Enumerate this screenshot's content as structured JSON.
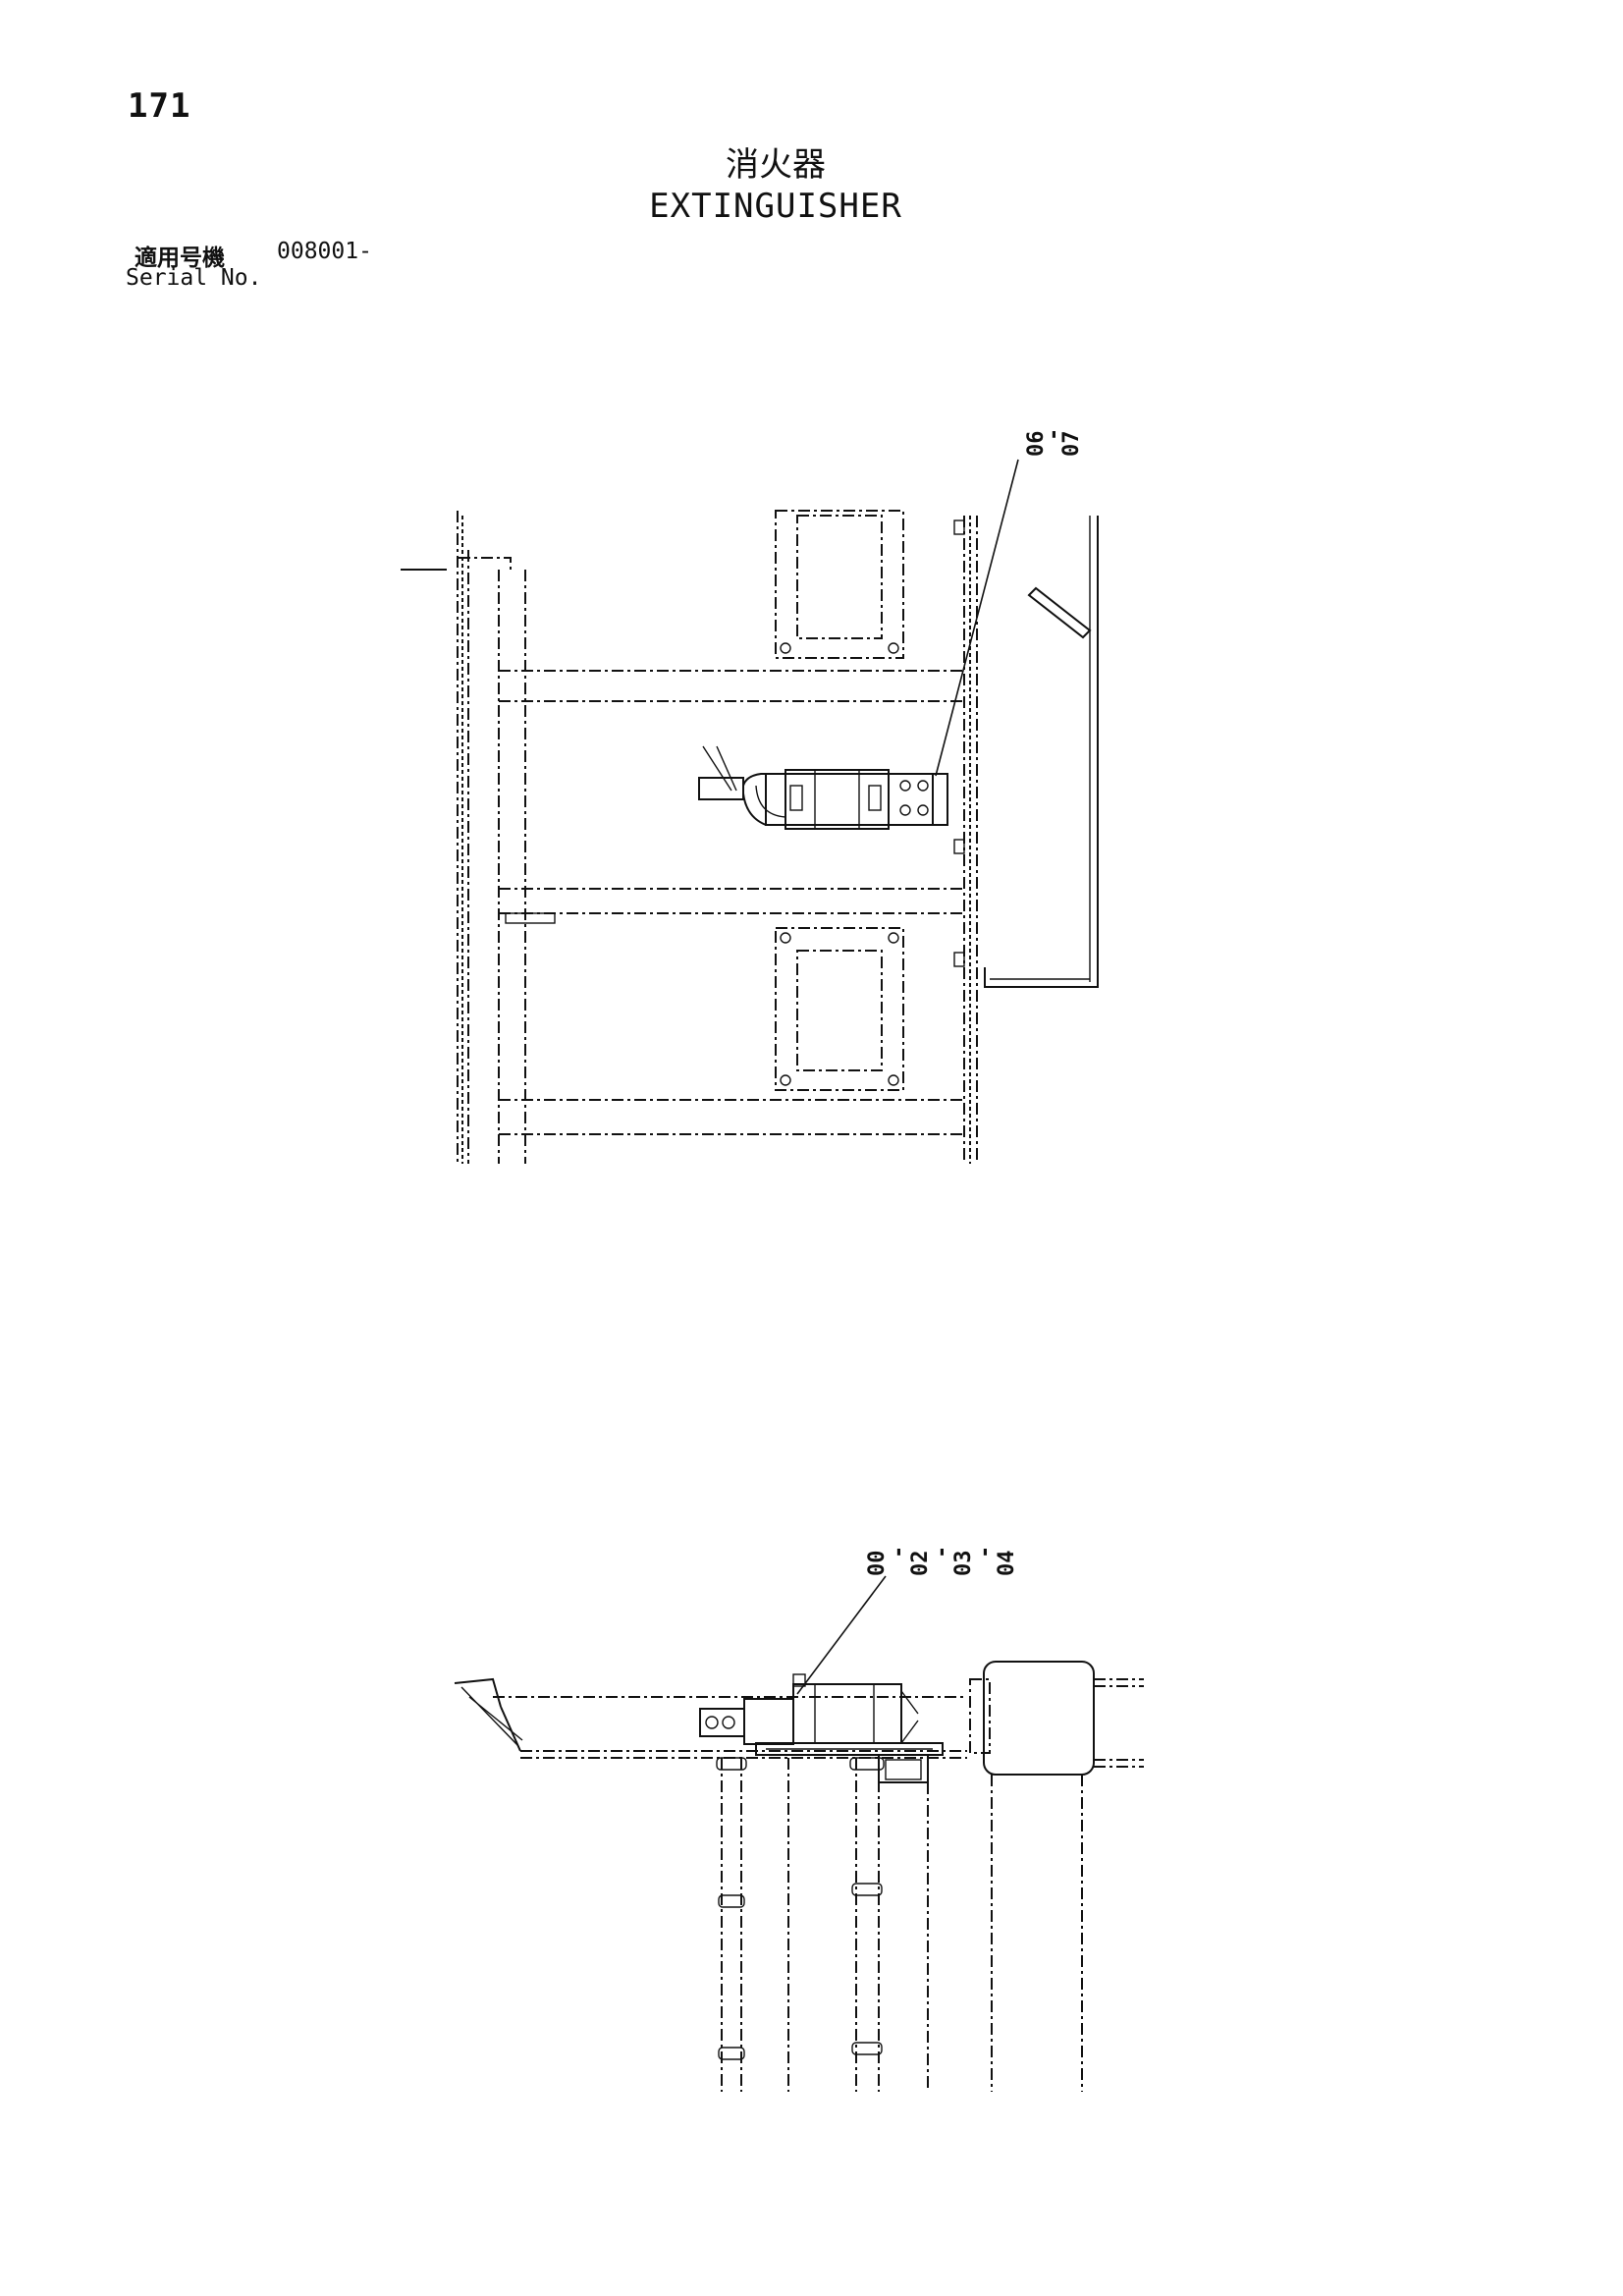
{
  "page": {
    "number": "171",
    "title_jp": "消火器",
    "title_en": "EXTINGUISHER",
    "serial_label_jp": "適用号機",
    "serial_value": "008001-",
    "serial_label_en": "Serial No."
  },
  "callouts": {
    "top_view": [
      "06",
      "07"
    ],
    "side_view": [
      "00",
      "02",
      "03",
      "04"
    ]
  }
}
